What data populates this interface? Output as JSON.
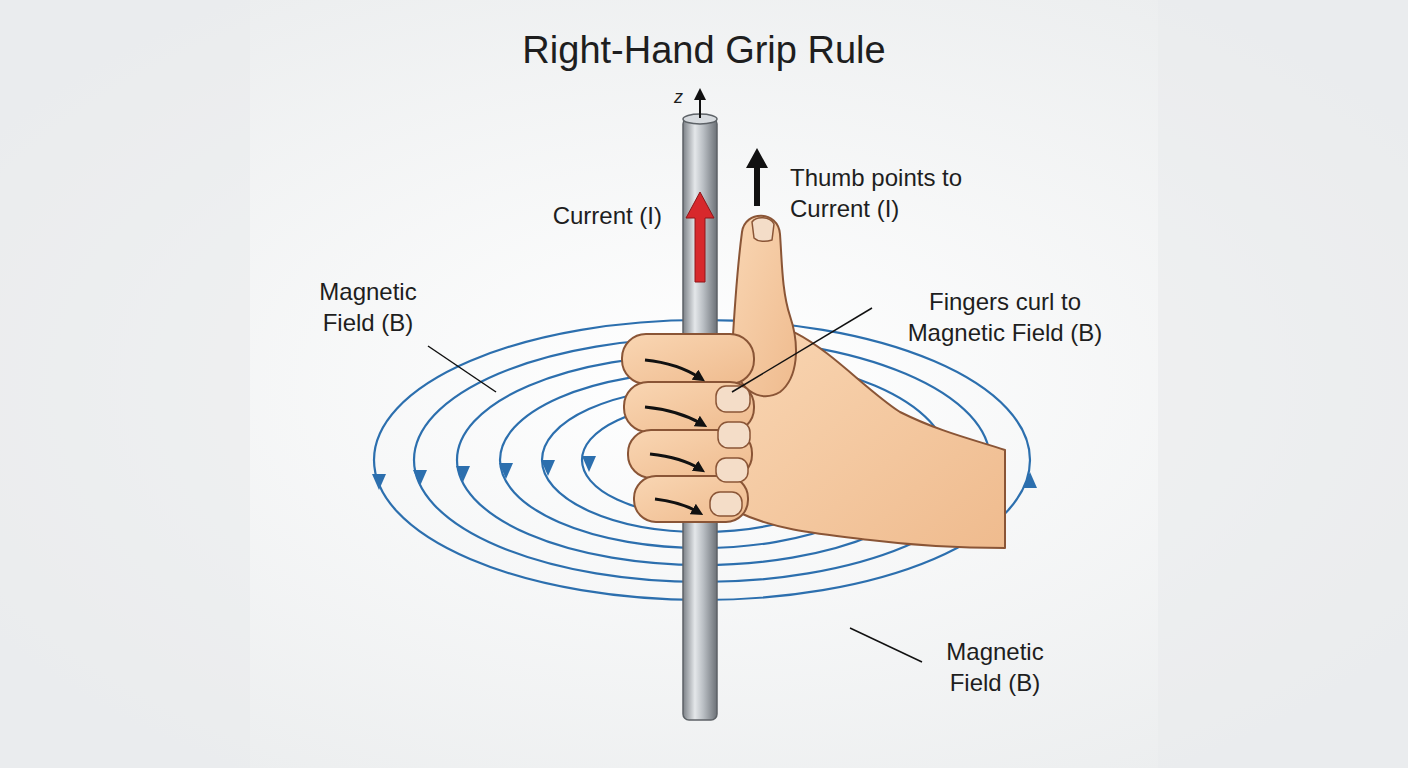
{
  "diagram": {
    "title": "Right-Hand Grip Rule",
    "labels": [
      "z",
      "Current (I)",
      "Thumb points to Current (I)",
      "Magnetic Field (B)",
      "Fingers curl to Magnetic Field (B)",
      "Magnetic Field (B)"
    ]
  }
}
